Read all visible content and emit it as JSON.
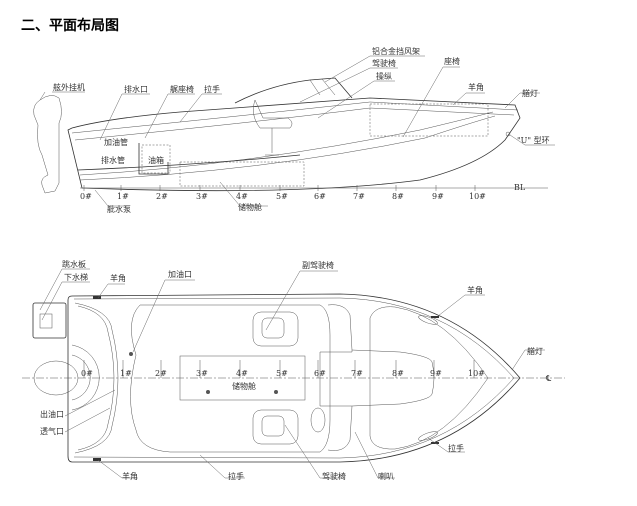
{
  "title": "二、平面布局图",
  "side_view": {
    "labels": {
      "outboard_motor": "舷外挂机",
      "drain_outlet": "排水口",
      "stern_seat": "艉座椅",
      "handrail": "拉手",
      "windshield": "铝合金挡风架",
      "driver_seat": "驾驶椅",
      "controls": "操纵",
      "seat": "座椅",
      "cleat": "羊角",
      "bow_light": "艏灯",
      "u_ring": "\"U\" 型环",
      "fuel_pipe": "加油管",
      "drain_pipe": "排水管",
      "fuel_tank": "油箱",
      "bilge_pump": "舭水泵",
      "storage": "储物舱",
      "baseline": "BL"
    },
    "frames": [
      "0#",
      "1#",
      "2#",
      "3#",
      "4#",
      "5#",
      "6#",
      "7#",
      "8#",
      "9#",
      "10#"
    ]
  },
  "plan_view": {
    "labels": {
      "swim_platform": "跳水板",
      "ladder": "下水梯",
      "cleat_stern_top": "羊角",
      "fuel_inlet": "加油口",
      "co_driver_seat": "副驾驶椅",
      "cleat_bow_top": "羊角",
      "bow_light": "艏灯",
      "centerline": "℄",
      "fuel_outlet": "出油口",
      "vent": "透气口",
      "cleat_stern_bottom": "羊角",
      "handrail_mid": "拉手",
      "driver_seat": "驾驶椅",
      "horn": "喇叭",
      "handrail_bow": "拉手",
      "storage": "储物舱"
    },
    "frames": [
      "0#",
      "1#",
      "2#",
      "3#",
      "4#",
      "5#",
      "6#",
      "7#",
      "8#",
      "9#",
      "10#"
    ]
  }
}
